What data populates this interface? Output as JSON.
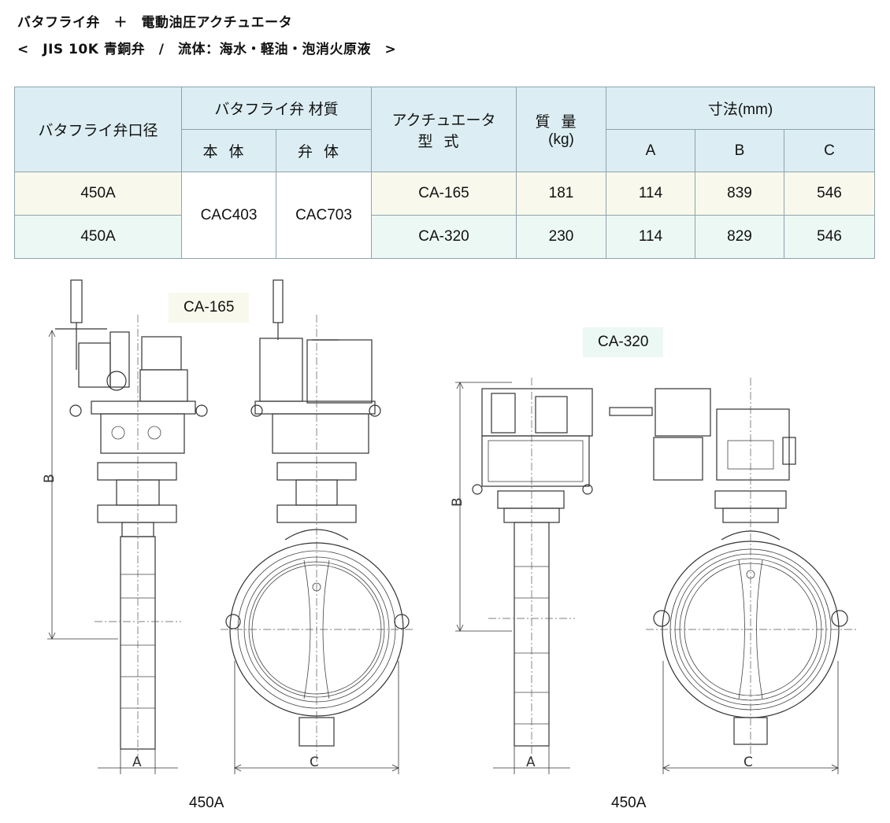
{
  "header": {
    "title": "バタフライ弁　＋　電動油圧アクチュエータ",
    "subtitle": "<　JIS 10K 青銅弁　/　流体：海水・軽油・泡消火原液　>"
  },
  "table": {
    "col_size": "バタフライ弁口径",
    "col_material": "バタフライ弁 材質",
    "col_body": "本体",
    "col_disc": "弁体",
    "col_actuator_line1": "アクチュエータ",
    "col_actuator_line2": "型式",
    "col_mass_line1": "質量",
    "col_mass_line2": "(kg)",
    "col_dims": "寸法(mm)",
    "col_a": "A",
    "col_b": "B",
    "col_c": "C",
    "body_material": "CAC403",
    "disc_material": "CAC703",
    "rows": [
      {
        "size": "450A",
        "actuator": "CA-165",
        "mass": "181",
        "a": "114",
        "b": "839",
        "c": "546"
      },
      {
        "size": "450A",
        "actuator": "CA-320",
        "mass": "230",
        "a": "114",
        "b": "829",
        "c": "546"
      }
    ]
  },
  "drawings": [
    {
      "caption": "CA-165",
      "size_label": "450A",
      "dim_a": "A",
      "dim_b": "B",
      "dim_c": "C"
    },
    {
      "caption": "CA-320",
      "size_label": "450A",
      "dim_a": "A",
      "dim_b": "B",
      "dim_c": "C"
    }
  ]
}
